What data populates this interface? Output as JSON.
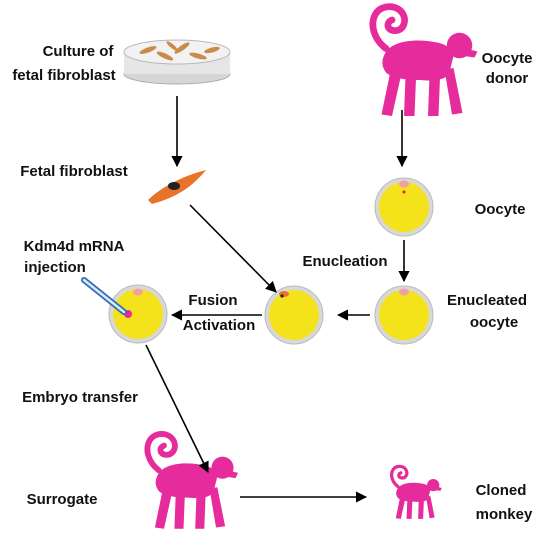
{
  "labels": {
    "culture_line1": "Culture of",
    "culture_line2": "fetal fibroblast",
    "fetal_fibroblast": "Fetal fibroblast",
    "oocyte_donor_line1": "Oocyte",
    "oocyte_donor_line2": "donor",
    "oocyte": "Oocyte",
    "enucleation": "Enucleation",
    "enucleated_line1": "Enucleated",
    "enucleated_line2": "oocyte",
    "fusion": "Fusion",
    "activation": "Activation",
    "injection_line1": "Kdm4d  mRNA",
    "injection_line2": "injection",
    "embryo_transfer": "Embryo transfer",
    "surrogate": "Surrogate",
    "cloned_line1": "Cloned",
    "cloned_line2": "monkey"
  },
  "icons": {
    "monkey": "monkey-silhouette",
    "petri_dish": "petri-dish",
    "fibroblast": "spindle-cell",
    "oocyte": "oocyte-cell",
    "pipette": "injection-pipette"
  },
  "colors": {
    "monkey": "#e62c9c",
    "yolk": "#f4e21a",
    "zona": "#d8d8d8",
    "fibroblast": "#e8742a",
    "spindle": "#f2a0a8",
    "pipette": "#2f6fb5"
  }
}
